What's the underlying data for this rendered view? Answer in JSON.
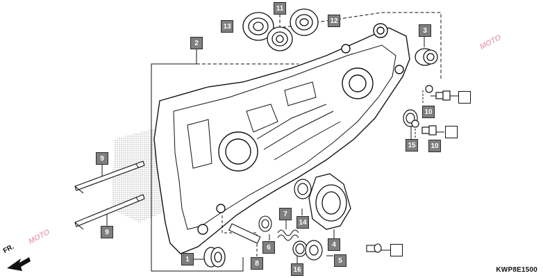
{
  "diagram": {
    "code": "KWP8E1500",
    "direction_label": "FR.",
    "watermark": "MOTO",
    "colors": {
      "callout_fill": "#7f7f7f",
      "line": "#111111",
      "watermark": "#e7a9c1"
    },
    "callouts": [
      {
        "id": "c1",
        "label": "1"
      },
      {
        "id": "c2",
        "label": "2"
      },
      {
        "id": "c3",
        "label": "3"
      },
      {
        "id": "c4",
        "label": "4"
      },
      {
        "id": "c5",
        "label": "5"
      },
      {
        "id": "c6",
        "label": "6"
      },
      {
        "id": "c7",
        "label": "7"
      },
      {
        "id": "c8",
        "label": "8"
      },
      {
        "id": "c9a",
        "label": "9"
      },
      {
        "id": "c9b",
        "label": "9"
      },
      {
        "id": "c10a",
        "label": "10"
      },
      {
        "id": "c10b",
        "label": "10"
      },
      {
        "id": "c11",
        "label": "11"
      },
      {
        "id": "c12",
        "label": "12"
      },
      {
        "id": "c13",
        "label": "13"
      },
      {
        "id": "c14",
        "label": "14"
      },
      {
        "id": "c15",
        "label": "15"
      },
      {
        "id": "c16",
        "label": "16"
      }
    ]
  }
}
